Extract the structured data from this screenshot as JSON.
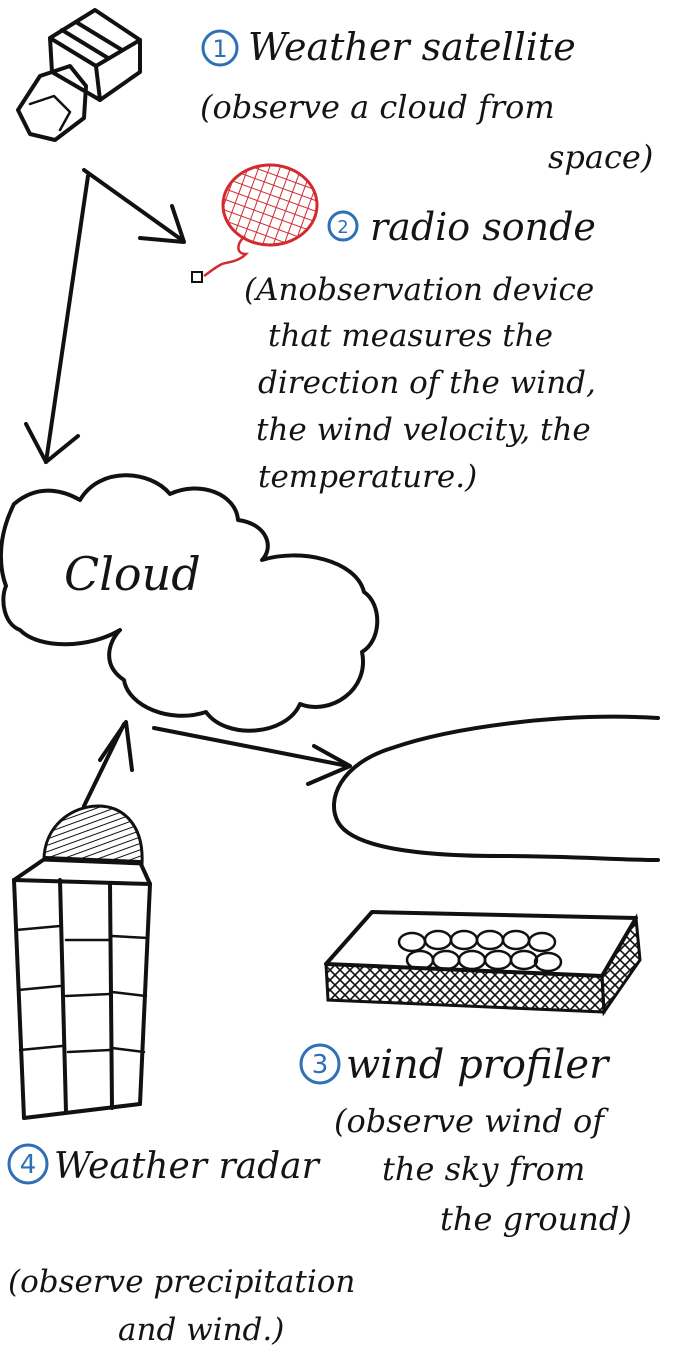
{
  "satellite": {
    "number": "1",
    "title": "Weather satellite",
    "desc_line1": "(observe a cloud from",
    "desc_line2": "space)"
  },
  "radiosonde": {
    "number": "2",
    "title": "radio sonde",
    "desc_lines": [
      "(Anobservation device",
      "that measures the",
      "direction of the wind,",
      "the wind velocity, the",
      "temperature.)"
    ]
  },
  "cloud": {
    "label": "Cloud"
  },
  "wind_profiler": {
    "number": "3",
    "title": "wind profiler",
    "desc_lines": [
      "(observe wind of",
      "the sky from",
      "the ground)"
    ]
  },
  "weather_radar": {
    "number": "4",
    "title": "Weather radar",
    "desc_lines": [
      "(observe precipitation",
      "and wind.)"
    ]
  },
  "colors": {
    "ink": "#141414",
    "number_circle": "#2f6fb5",
    "balloon": "#e03a3e"
  }
}
